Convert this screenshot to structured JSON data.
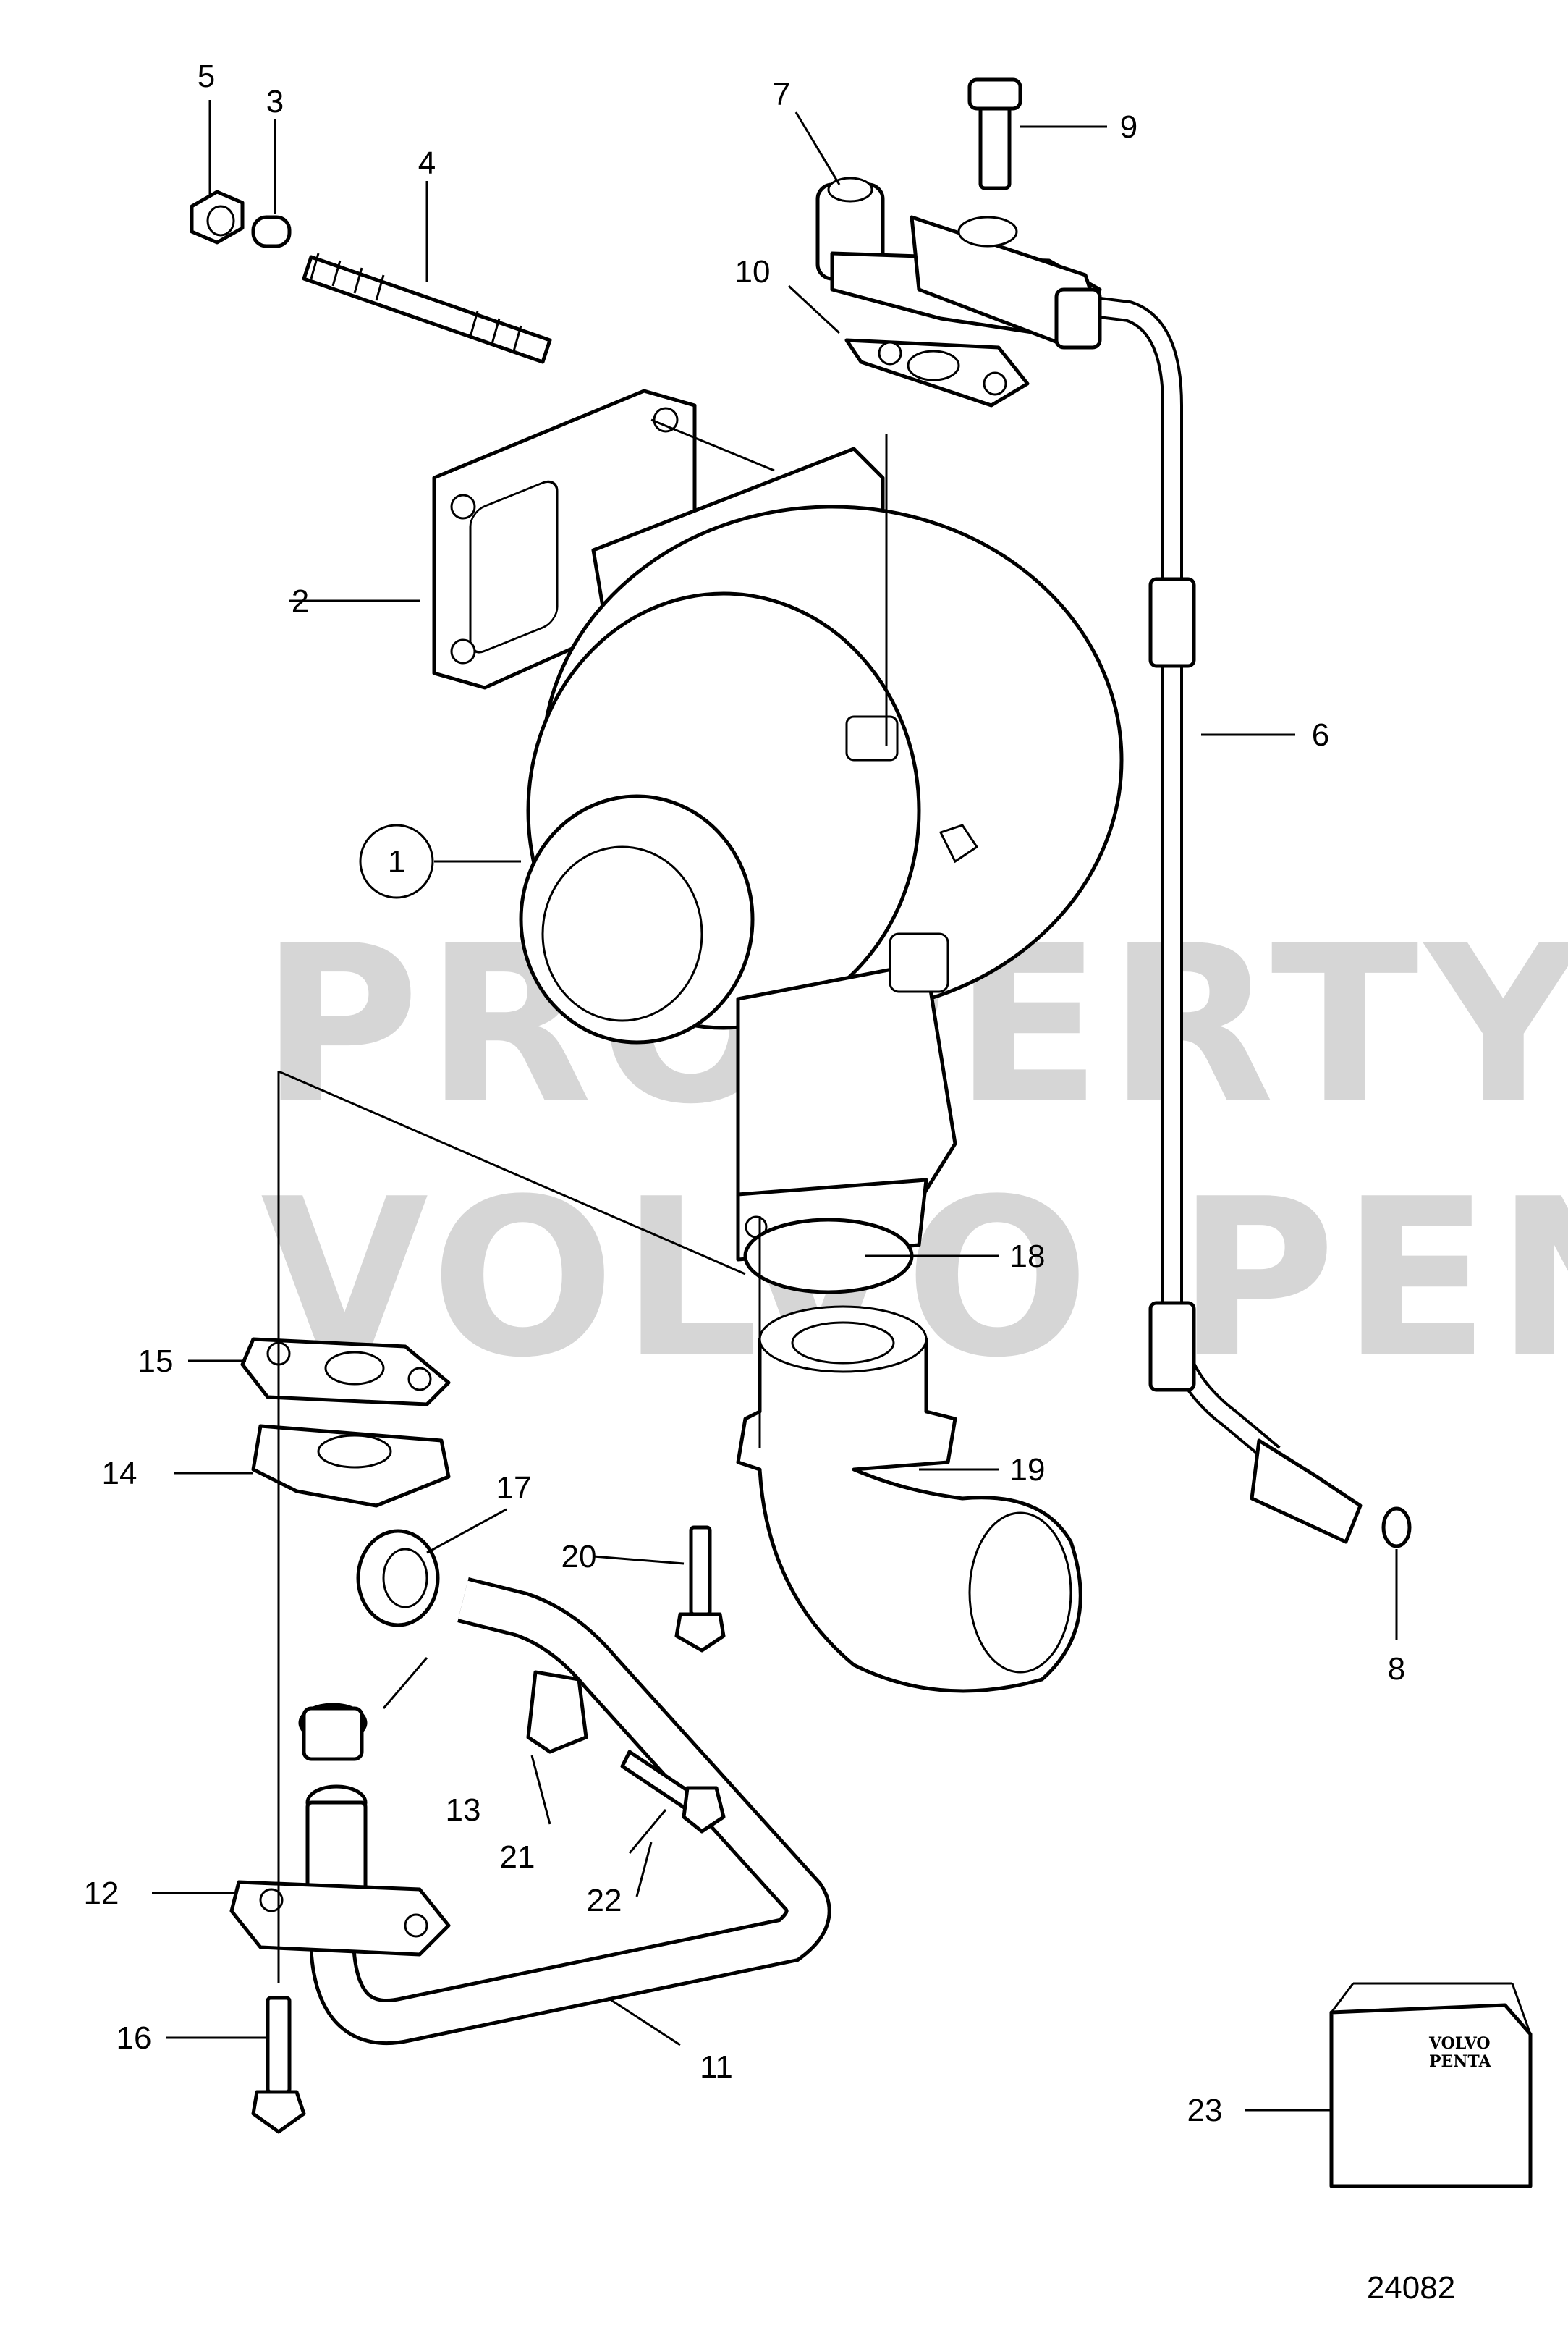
{
  "diagram": {
    "figure_number": "24082",
    "watermark": [
      "PROPERTY OF",
      "VOLVO PENTA"
    ],
    "kit_logo": [
      "VOLVO",
      "PENTA"
    ],
    "callouts": [
      {
        "id": "c1",
        "label": "1"
      },
      {
        "id": "c2",
        "label": "2"
      },
      {
        "id": "c3",
        "label": "3"
      },
      {
        "id": "c4",
        "label": "4"
      },
      {
        "id": "c5",
        "label": "5"
      },
      {
        "id": "c6",
        "label": "6"
      },
      {
        "id": "c7",
        "label": "7"
      },
      {
        "id": "c8",
        "label": "8"
      },
      {
        "id": "c9",
        "label": "9"
      },
      {
        "id": "c10",
        "label": "10"
      },
      {
        "id": "c11",
        "label": "11"
      },
      {
        "id": "c12",
        "label": "12"
      },
      {
        "id": "c13",
        "label": "13"
      },
      {
        "id": "c14",
        "label": "14"
      },
      {
        "id": "c15",
        "label": "15"
      },
      {
        "id": "c16",
        "label": "16"
      },
      {
        "id": "c17",
        "label": "17"
      },
      {
        "id": "c18",
        "label": "18"
      },
      {
        "id": "c19",
        "label": "19"
      },
      {
        "id": "c20",
        "label": "20"
      },
      {
        "id": "c21",
        "label": "21"
      },
      {
        "id": "c22",
        "label": "22"
      },
      {
        "id": "c23",
        "label": "23"
      }
    ]
  }
}
